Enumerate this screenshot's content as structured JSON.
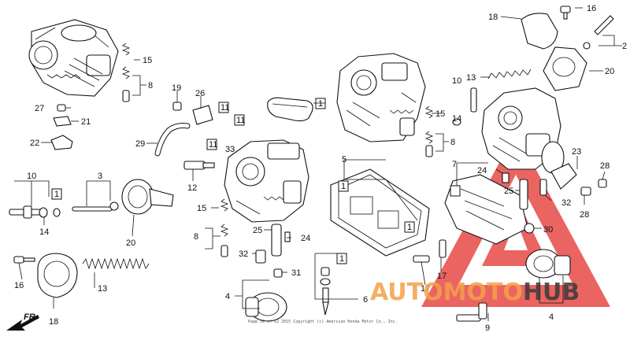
{
  "diagram": {
    "callouts": {
      "c18t": "18",
      "c16t": "16",
      "c2": "2",
      "c20t": "20",
      "c13t": "13",
      "c10t": "10",
      "c14t": "14",
      "c15r": "15",
      "c8r": "8",
      "c1a": "1",
      "c15l": "15",
      "c8l": "8",
      "c19": "19",
      "c26": "26",
      "c11a": "11",
      "c11b": "11",
      "c11c": "11",
      "c33": "33",
      "c27": "27",
      "c21": "21",
      "c22": "22",
      "c29": "29",
      "c10l": "10",
      "c3": "3",
      "c1b": "1",
      "c14l": "14",
      "c20l": "20",
      "c12": "12",
      "c15m": "15",
      "c8m": "8",
      "c25m": "25",
      "c24m": "24",
      "c32m": "32",
      "c31": "31",
      "c5": "5",
      "c1c": "1",
      "c1d": "1",
      "c1e": "1",
      "c6": "6",
      "c7": "7",
      "c24r": "24",
      "c25r": "25",
      "c23": "23",
      "c28a": "28",
      "c28b": "28",
      "c32r": "32",
      "c30": "30",
      "c17a": "17",
      "c17b": "17",
      "c16b": "16",
      "c13b": "13",
      "c18b": "18",
      "c4a": "4",
      "c4b": "4",
      "c9": "9"
    },
    "fr_label": "FR.",
    "copyright": "Page 39 of 62   2015  Copyright (c) American Honda Motor Co., Inc.",
    "watermark": "AUTOMOTOHUB",
    "colors": {
      "triangle": "#e53935",
      "watermark_orange": "#f4a14a",
      "watermark_dark": "#3a3a3a",
      "line": "#111111"
    }
  }
}
